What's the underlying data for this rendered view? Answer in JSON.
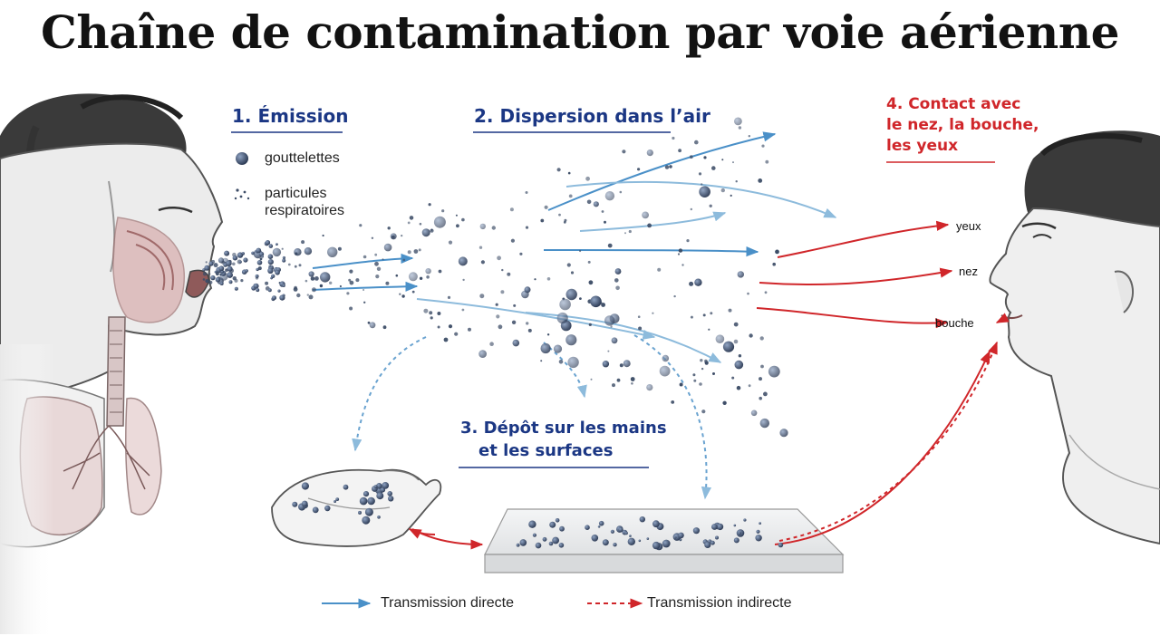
{
  "title": "Chaîne de contamination par voie aérienne",
  "steps": {
    "emission": {
      "title": "1. Émission",
      "legend": [
        {
          "icon": "droplet-icon",
          "label": "gouttelettes"
        },
        {
          "icon": "particles-icon",
          "label_lines": [
            "particules",
            "respiratoires"
          ]
        }
      ]
    },
    "dispersion": {
      "title": "2. Dispersion dans l’air"
    },
    "deposit": {
      "title_lines": [
        "3. Dépôt sur les mains",
        "et les surfaces"
      ]
    },
    "contact": {
      "title_lines": [
        "4. Contact avec",
        "le nez, la bouche,",
        "les yeux"
      ]
    }
  },
  "face_targets": [
    {
      "id": "eyes",
      "label": "yeux"
    },
    {
      "id": "nose",
      "label": "nez"
    },
    {
      "id": "mouth",
      "label": "bouche"
    }
  ],
  "legend": {
    "direct": "Transmission directe",
    "indirect": "Transmission indirecte"
  },
  "colors": {
    "blue_heading": "#1b3784",
    "red_heading": "#d0262a",
    "direct_arrow": "#4a90c8",
    "indirect_arrow": "#d0262a",
    "droplet": "#3c4c66"
  }
}
